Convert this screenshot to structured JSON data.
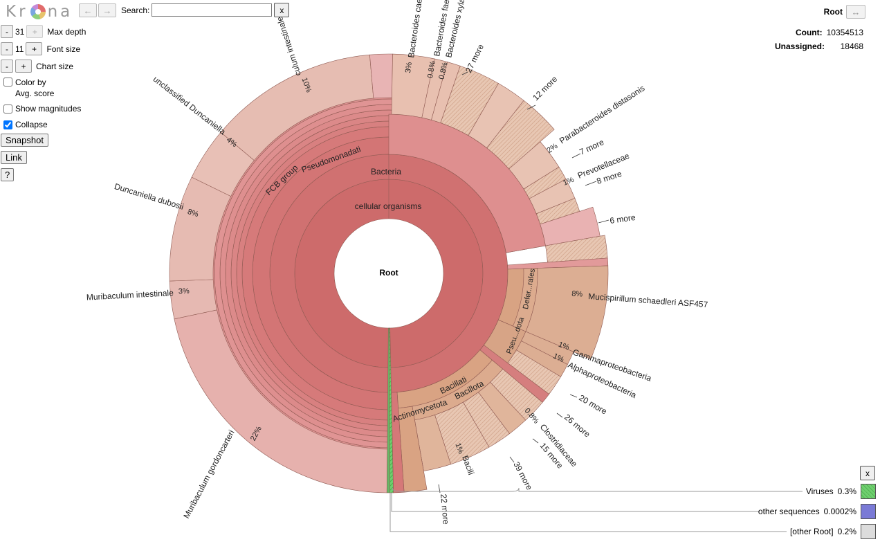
{
  "logo": {
    "letters": [
      "K",
      "r",
      "n",
      "a"
    ]
  },
  "nav": {
    "back": "←",
    "forward": "→"
  },
  "search": {
    "label": "Search:",
    "value": "",
    "clear": "x"
  },
  "max_depth": {
    "minus": "-",
    "value": "31",
    "plus": "+",
    "label": "Max depth"
  },
  "font_size": {
    "minus": "-",
    "value": "11",
    "plus": "+",
    "label": "Font size"
  },
  "chart_size": {
    "minus": "-",
    "plus": "+",
    "label": "Chart size"
  },
  "color_by": {
    "label1": "Color by",
    "label2": "Avg. score",
    "checked": false
  },
  "show_magnitudes": {
    "label": "Show magnitudes",
    "checked": false
  },
  "collapse": {
    "label": "Collapse",
    "checked": true
  },
  "buttons": {
    "snapshot": "Snapshot",
    "link": "Link",
    "help": "?"
  },
  "details": {
    "node": "Root",
    "expand": "↔",
    "count_label": "Count:",
    "count": "10354513",
    "unassigned_label": "Unassigned:",
    "unassigned": "18468"
  },
  "chart": {
    "center": "Root",
    "rings": {
      "cellular": "cellular organisms",
      "bacteria": "Bacteria",
      "pseudomonadati": "Pseudomonadati",
      "fcb": "FCB group",
      "bacillati": "Bacillati",
      "bacillota": "Bacillota",
      "actinomycetota": "Actinomycetota",
      "pseudota": "Pseu...dota",
      "deferales": "Defer...rales"
    },
    "leaves": [
      {
        "name": "Muribaculum gordoncarteri",
        "pct": "22%"
      },
      {
        "name": "Muribaculum intestinale",
        "pct": "3%"
      },
      {
        "name": "Duncaniella dubosii",
        "pct": "8%"
      },
      {
        "name": "unclassified Duncaniella",
        "pct": "4%"
      },
      {
        "name": "Muribaculum intestinale",
        "pct": "10%",
        "clip": "culum intestinale"
      },
      {
        "name": "Bacteroides caec",
        "pct": "3%"
      },
      {
        "name": "Bacteroides faec",
        "pct": "0.8%"
      },
      {
        "name": "Bacteroides xylan",
        "pct": "0.8%"
      },
      {
        "name": "27 more",
        "pct": ""
      },
      {
        "name": "12 more",
        "pct": ""
      },
      {
        "name": "Parabacteroides distasonis",
        "pct": "2%"
      },
      {
        "name": "7 more",
        "pct": ""
      },
      {
        "name": "Prevotellaceae",
        "pct": "1%"
      },
      {
        "name": "8 more",
        "pct": ""
      },
      {
        "name": "6 more",
        "pct": ""
      },
      {
        "name": "Mucispirillum schaedleri ASF457",
        "pct": "8%"
      },
      {
        "name": "Gammaproteobacteria",
        "pct": "1%"
      },
      {
        "name": "Alphaproteobacteria",
        "pct": "1%"
      },
      {
        "name": "20 more",
        "pct": ""
      },
      {
        "name": "26 more",
        "pct": ""
      },
      {
        "name": "Clostridiaceae",
        "pct": "0.8%"
      },
      {
        "name": "15 more",
        "pct": ""
      },
      {
        "name": "39 more",
        "pct": ""
      },
      {
        "name": "Bacilli",
        "pct": "1%",
        "clip": "Bacili"
      },
      {
        "name": "22 more",
        "pct": ""
      }
    ]
  },
  "legend": {
    "close": "x",
    "items": [
      {
        "name": "Viruses",
        "pct": "0.3%",
        "color": "#6fcf6f"
      },
      {
        "name": "other sequences",
        "pct": "0.0002%",
        "color": "#7a7ad6"
      },
      {
        "name": "[other Root]",
        "pct": "0.2%",
        "color": "#dcdcdc"
      }
    ]
  },
  "colors": {
    "bacteroides": "#e6b8b0",
    "root_red": "#cd6b6b",
    "tan": "#d9a98a",
    "virus": "#6fcf6f"
  }
}
